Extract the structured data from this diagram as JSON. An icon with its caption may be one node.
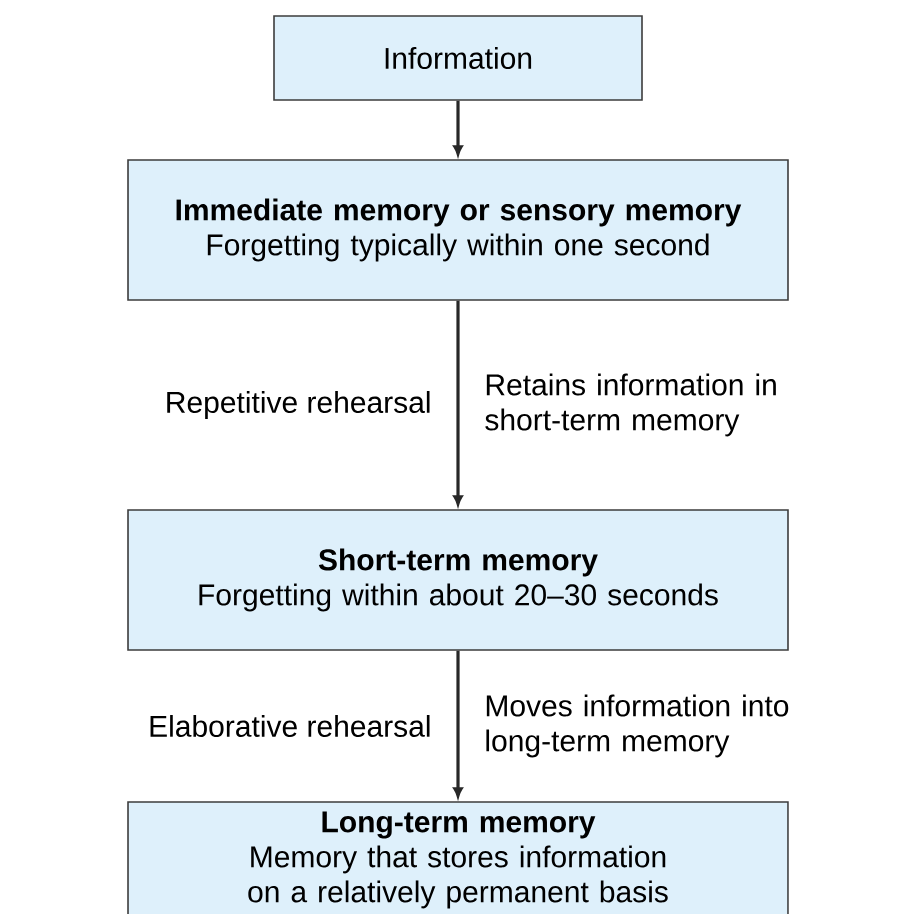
{
  "diagram": {
    "nodes": [
      {
        "text": [
          "Information"
        ]
      },
      {
        "text": [
          "Immediate memory or sensory memory",
          "Forgetting typically within one second"
        ]
      },
      {
        "text": [
          "Short-term memory",
          "Forgetting within about 20–30 seconds"
        ]
      },
      {
        "text": [
          "Long-term memory",
          "Memory that stores information on a relatively permanent basis"
        ]
      }
    ],
    "edges": [
      {
        "from": 0,
        "to": 1,
        "arrow": "to"
      },
      {
        "from": 1,
        "to": 2,
        "arrow": "to",
        "label": "Repetitive rehearsal"
      },
      {
        "from": 2,
        "to": 3,
        "arrow": "to",
        "label": "Elaborative rehearsal"
      }
    ],
    "labels": [
      "Retains information in short-term memory",
      "Moves information into long-term memory"
    ]
  }
}
